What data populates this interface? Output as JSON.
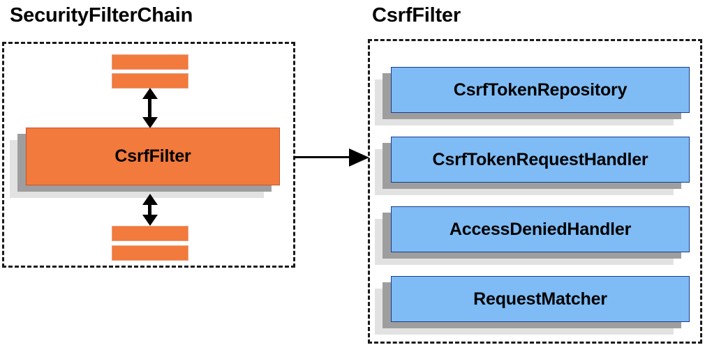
{
  "diagram": {
    "background_color": "#ffffff",
    "panels": [
      {
        "id": "security-filter-chain",
        "title": "SecurityFilterChain",
        "border_style": "dashed",
        "border_color": "#1a1a1a",
        "main_node": {
          "label": "CsrfFilter",
          "fill_color": "#f27a3c",
          "border_color": "#c7522a",
          "shadow_colors": [
            "#9e9e9e",
            "#e2e2e2"
          ]
        },
        "collapsed_filters_above": [
          "",
          ""
        ],
        "collapsed_filters_below": [
          "",
          ""
        ],
        "collapsed_filter_color": "#f27a3c"
      },
      {
        "id": "csrf-filter",
        "title": "CsrfFilter",
        "border_style": "dashed",
        "border_color": "#1a1a1a",
        "nodes": [
          {
            "label": "CsrfTokenRepository",
            "fill_color": "#7fbcf5",
            "border_color": "#1b3a8c"
          },
          {
            "label": "CsrfTokenRequestHandler",
            "fill_color": "#7fbcf5",
            "border_color": "#1b3a8c"
          },
          {
            "label": "AccessDeniedHandler",
            "fill_color": "#7fbcf5",
            "border_color": "#1b3a8c"
          },
          {
            "label": "RequestMatcher",
            "fill_color": "#7fbcf5",
            "border_color": "#1b3a8c"
          }
        ]
      }
    ],
    "connectors": [
      {
        "id": "chain-to-csrf",
        "type": "single-arrow",
        "direction": "right",
        "color": "#000000"
      },
      {
        "id": "filters-above-to-csrffilter",
        "type": "double-arrow",
        "direction": "vertical",
        "color": "#000000"
      },
      {
        "id": "csrffilter-to-filters-below",
        "type": "double-arrow",
        "direction": "vertical",
        "color": "#000000"
      }
    ]
  }
}
